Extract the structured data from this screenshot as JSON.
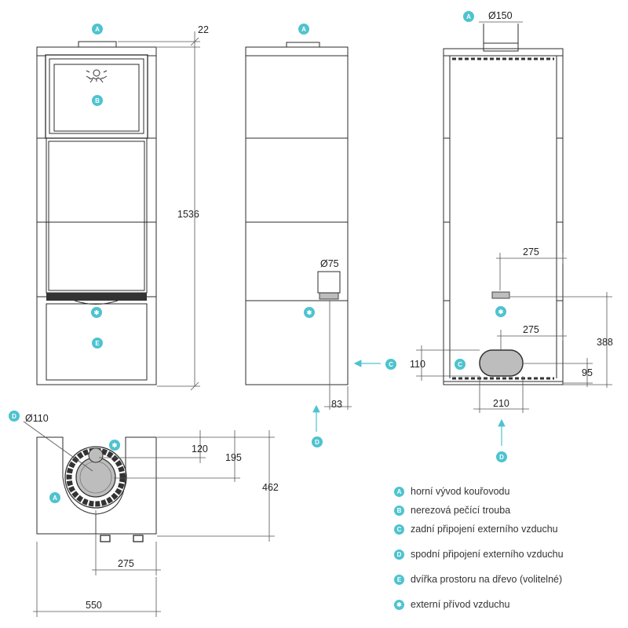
{
  "markers": {
    "a": "A",
    "b": "B",
    "c": "C",
    "d": "D",
    "e": "E",
    "star": "✱"
  },
  "dimensions": {
    "top_offset": "22",
    "height_total": "1536",
    "outlet_diameter_top": "Ø150",
    "inlet_diameter_side": "Ø75",
    "side_inlet_offset": "83",
    "rear_inlet_offset": "275",
    "rear_opening_center": "275",
    "rear_opening_height": "110",
    "rear_opening_width": "210",
    "rear_opening_bottom": "95",
    "rear_height": "388",
    "plan_diameter": "Ø110",
    "plan_offset_120": "120",
    "plan_offset_195": "195",
    "plan_depth": "462",
    "plan_center": "275",
    "plan_width": "550"
  },
  "legend": [
    {
      "marker": "A",
      "text": "horní vývod kouřovodu"
    },
    {
      "marker": "B",
      "text": "nerezová pečící trouba"
    },
    {
      "marker": "C",
      "text": "zadní připojení externího vzduchu"
    },
    {
      "marker": "D",
      "text": "spodní připojení externího vzduchu"
    },
    {
      "marker": "E",
      "text": "dvířka prostoru na dřevo (volitelné)"
    },
    {
      "marker": "✱",
      "text": "externí přívod vzduchu"
    }
  ]
}
